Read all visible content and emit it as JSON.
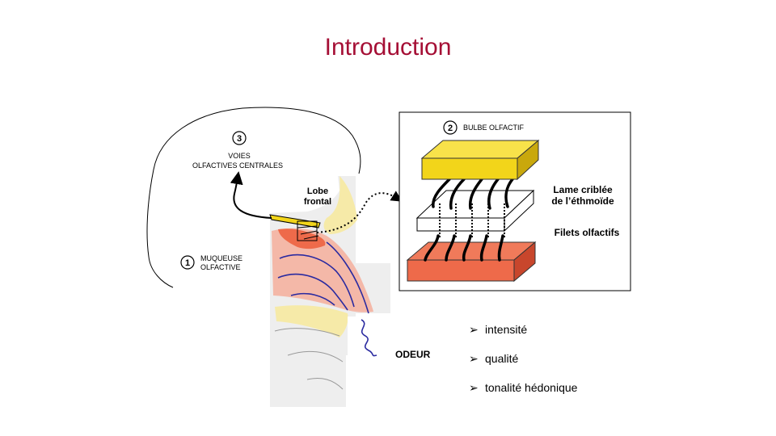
{
  "title": "Introduction",
  "labels": {
    "voies_line1": "VOIES",
    "voies_line2": "OLFACTIVES CENTRALES",
    "num3": "3",
    "lobe_line1": "Lobe",
    "lobe_line2": "frontal",
    "muqueuse_line1": "MUQUEUSE",
    "muqueuse_line2": "OLFACTIVE",
    "num1": "1",
    "odeur": "ODEUR",
    "num2": "2",
    "bulbe": "BULBE OLFACTIF",
    "lame_line1": "Lame criblée",
    "lame_line2": "de l’éthmoïde",
    "filets": "Filets olfactifs"
  },
  "bullets": {
    "marker": "➢",
    "items": [
      "intensité",
      "qualité",
      "tonalité hédonique"
    ]
  },
  "colors": {
    "title": "#a50f35",
    "bulb": "#f2d51a",
    "mucosa": "#ee6a4a",
    "bone": "#f6eaa8",
    "tissue": "#f4b8a8",
    "nerve": "#2a2aa0"
  }
}
